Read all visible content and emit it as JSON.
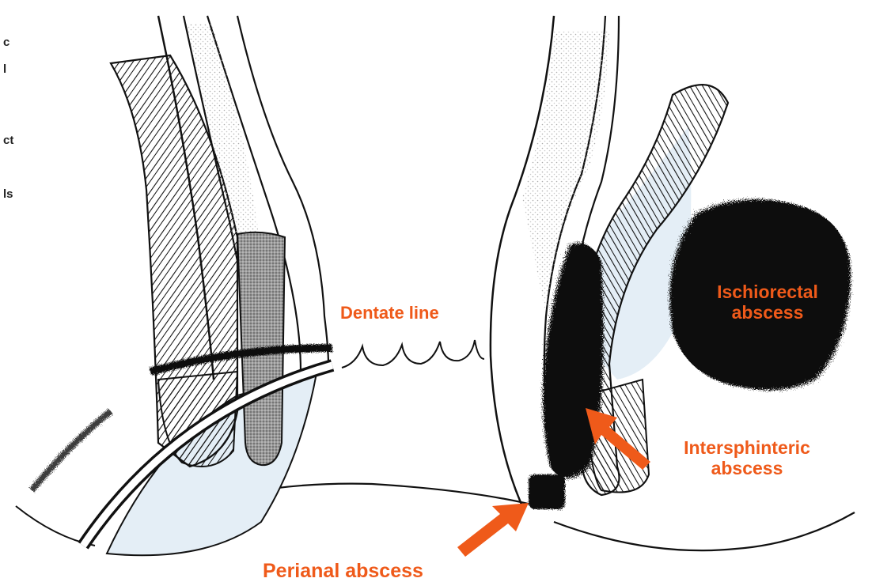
{
  "labels": {
    "dentate_line": "Dentate line",
    "ischiorectal_line1": "Ischiorectal",
    "ischiorectal_line2": "abscess",
    "intersphinteric_line1": "Intersphinteric",
    "intersphinteric_line2": "abscess",
    "perianal": "Perianal abscess"
  },
  "cutoff_text": [
    "c",
    "l",
    "ct",
    "ls"
  ],
  "colors": {
    "label": "#ef5a1a",
    "arrow": "#ef5a1a",
    "abscess": "#111111",
    "fat_tissue": "#e4eef6",
    "outline": "#111111"
  }
}
